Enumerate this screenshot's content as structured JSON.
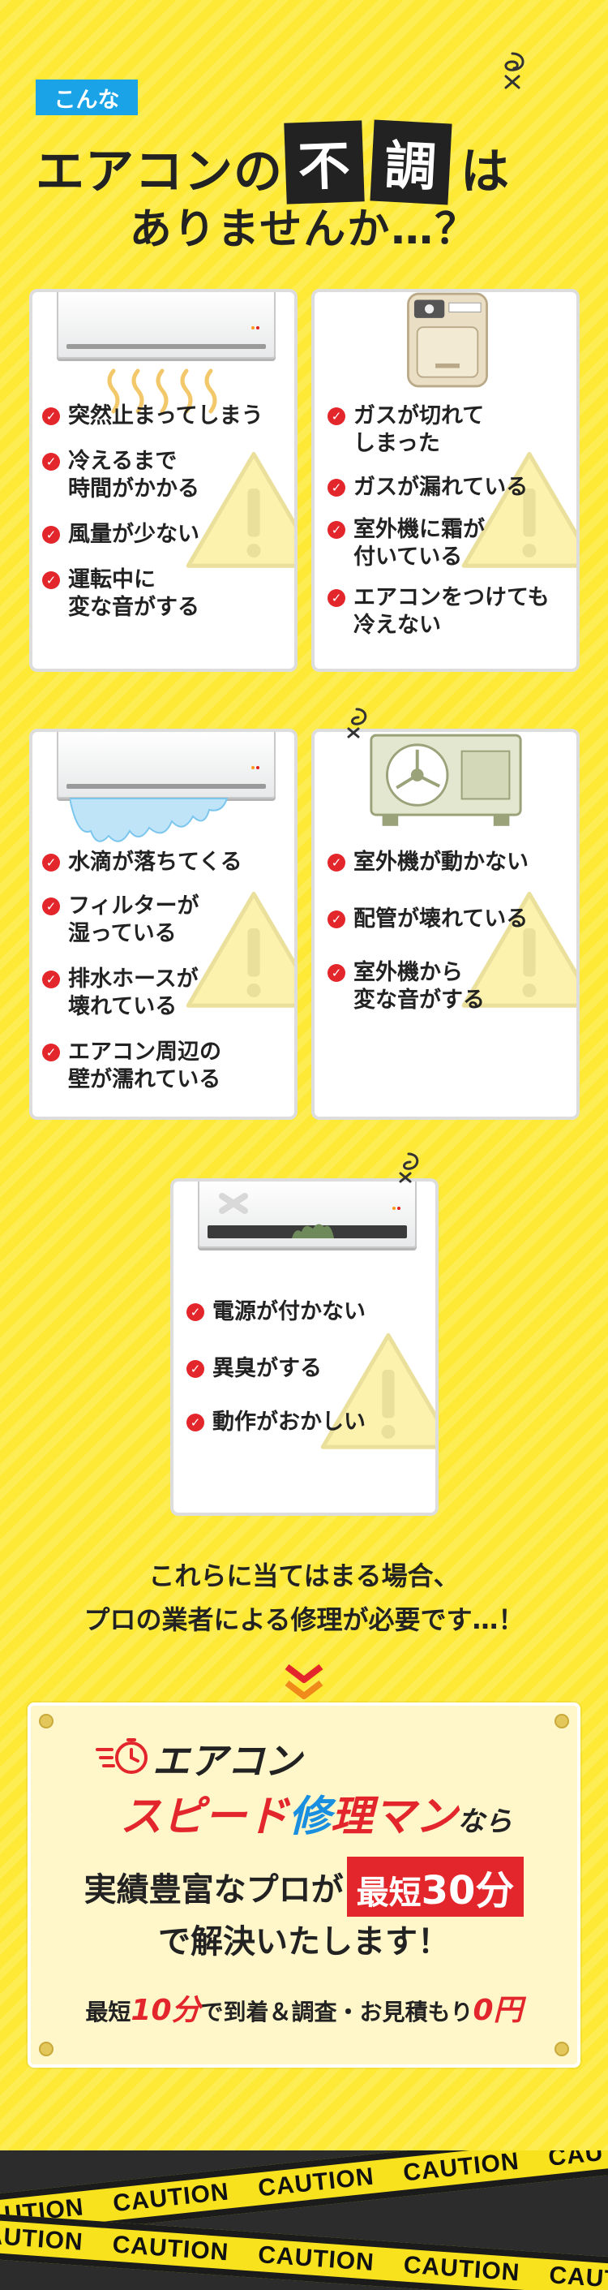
{
  "header": {
    "tag": "こんな",
    "line1_before": "エアコンの",
    "kanji1": "不",
    "kanji2": "調",
    "line1_after": "は",
    "line2": "ありませんか…？"
  },
  "cards": [
    {
      "items": [
        "突然止まってしまう",
        "冷えるまで\n時間がかかる",
        "風量が少ない",
        "運転中に\n変な音がする"
      ]
    },
    {
      "items": [
        "ガスが切れて\nしまった",
        "ガスが漏れている",
        "室外機に霜が\n付いている",
        "エアコンをつけても\n冷えない"
      ]
    },
    {
      "items": [
        "水滴が落ちてくる",
        "フィルターが\n湿っている",
        "排水ホースが\n壊れている",
        "エアコン周辺の\n壁が濡れている"
      ]
    },
    {
      "items": [
        "室外機が動かない",
        "配管が壊れている",
        "室外機から\n変な音がする"
      ]
    },
    {
      "items": [
        "電源が付かない",
        "異臭がする",
        "動作がおかしい"
      ]
    }
  ],
  "message": {
    "line1": "これらに当てはまる場合、",
    "line2": "プロの業者による修理が必要です…！"
  },
  "promo": {
    "brand_line1": "エアコン",
    "brand_line2_a": "スピード",
    "brand_line2_b": "修",
    "brand_line2_c": "理マン",
    "brand_line2_d": "なら",
    "line3_a": "実績豊富なプロが",
    "line3_box_a": "最短",
    "line3_box_b": "30分",
    "line4": "で解決いたします！",
    "line5_a": "最短",
    "line5_b": "10分",
    "line5_c": "で到着＆調査・お見積もり",
    "line5_d": "0円"
  },
  "tape": {
    "text": "CAUTION"
  },
  "colors": {
    "background": "#fde936",
    "accent_red": "#e3262b",
    "accent_blue": "#1aa3e6"
  }
}
